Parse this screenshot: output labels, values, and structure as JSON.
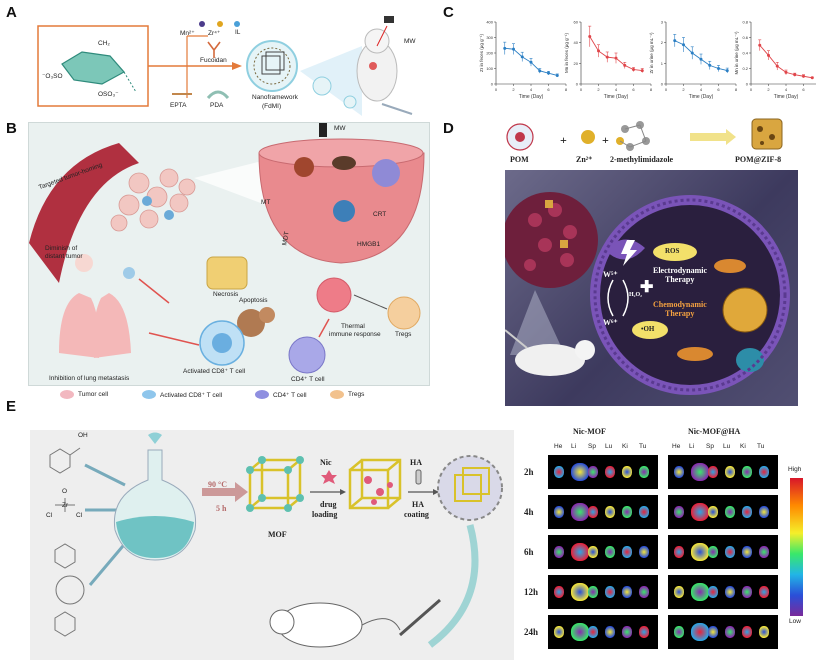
{
  "panels": {
    "A": {
      "letter": "A",
      "ions": [
        "Mn²⁺",
        "Zr⁴⁺",
        "IL"
      ],
      "fucoidan": "Fucoidan",
      "eptа": "EPTA",
      "pda": "PDA",
      "nanoframework": "Nanoframework",
      "fdmi": "(FdMI)",
      "mw": "MW",
      "sugar_groups": {
        "ch2": "CH₂",
        "oso3_left": "⁻O₃SO",
        "oso3_right": "OSO₃⁻"
      }
    },
    "B": {
      "letter": "B",
      "mw": "MW",
      "targeted": "Targeted tumor-homing",
      "mt": "MT",
      "mdt": "MDT",
      "crt": "CRT",
      "hmgb1": "HMGB1",
      "necrosis": "Necrosis",
      "apoptosis": "Apoptosis",
      "thermal": [
        "Thermal",
        "immune response"
      ],
      "diminish": [
        "Diminish of",
        "distant tumor"
      ],
      "activated_cd8": "Activated CD8⁺ T cell",
      "cd4": "CD4⁺ T cell",
      "tregs": "Tregs",
      "inhibition": "Inhibition of lung metastasis",
      "legend": [
        "Tumor cell",
        "Activated CD8⁺ T cell",
        "CD4⁺ T cell",
        "Tregs"
      ],
      "legend_colors": [
        "#f2b8c0",
        "#8fc6ec",
        "#8f8fe0",
        "#f2c28e"
      ]
    },
    "C": {
      "letter": "C",
      "xlabel": "Time (Day)"
    },
    "D": {
      "letter": "D",
      "pom": "POM",
      "plus": "+",
      "zn": "Zn²⁺",
      "mim": "2-methylimidazole",
      "product": "POM@ZIF-8",
      "ros": "ROS",
      "edt": [
        "Electrodynamic",
        "Therapy"
      ],
      "cdt": [
        "Chemodynamic",
        "Therapy"
      ],
      "w5": "W⁵⁺",
      "w6": "W⁶⁺",
      "h2o2": "H₂O₂",
      "oh": "•OH"
    },
    "E": {
      "letter": "E",
      "cond1": "90 °C",
      "cond2": "5 h",
      "mof": "MOF",
      "nic": "Nic",
      "drug": [
        "drug",
        "loading"
      ],
      "ha": "HA",
      "hacoat": [
        "HA",
        "coating"
      ],
      "chem_oh": "OH",
      "chem_o": "O",
      "chem_zr": "Zr",
      "chem_cl": "Cl",
      "groups": [
        "Nic-MOF",
        "Nic-MOF@HA"
      ],
      "organs": [
        "He",
        "Li",
        "Sp",
        "Lu",
        "Ki",
        "Tu"
      ],
      "times": [
        "2h",
        "4h",
        "6h",
        "12h",
        "24h"
      ],
      "colorbar": {
        "high": "High",
        "low": "Low"
      }
    }
  },
  "chart_data": [
    {
      "type": "line",
      "ylabel": "Zr in feces (μg g⁻¹)",
      "xlabel": "Time (Day)",
      "ylim": [
        0,
        400
      ],
      "yticks": [
        0,
        100,
        200,
        300,
        400
      ],
      "xticks": [
        0,
        2,
        4,
        6,
        8
      ],
      "color": "#2b7fc4",
      "x": [
        1,
        2,
        3,
        4,
        5,
        6,
        7
      ],
      "y": [
        230,
        225,
        175,
        140,
        85,
        70,
        55
      ],
      "err": [
        40,
        35,
        30,
        25,
        15,
        12,
        10
      ]
    },
    {
      "type": "line",
      "ylabel": "Mn in feces (μg g⁻¹)",
      "xlabel": "Time (Day)",
      "ylim": [
        0,
        60
      ],
      "yticks": [
        0,
        20,
        40,
        60
      ],
      "xticks": [
        0,
        2,
        4,
        6,
        8
      ],
      "color": "#e0454a",
      "x": [
        1,
        2,
        3,
        4,
        5,
        6,
        7
      ],
      "y": [
        46,
        32,
        26,
        25,
        18,
        14,
        13
      ],
      "err": [
        10,
        6,
        5,
        5,
        3,
        2,
        2
      ]
    },
    {
      "type": "line",
      "ylabel": "Zr in urine (μg mL⁻¹)",
      "xlabel": "Time (Day)",
      "ylim": [
        0,
        3.0
      ],
      "yticks": [
        0,
        1.0,
        2.0,
        3.0
      ],
      "xticks": [
        0,
        2,
        4,
        6,
        8
      ],
      "color": "#2b7fc4",
      "x": [
        1,
        2,
        3,
        4,
        5,
        6,
        7
      ],
      "y": [
        2.1,
        1.9,
        1.5,
        1.2,
        0.9,
        0.75,
        0.65
      ],
      "err": [
        0.3,
        0.35,
        0.3,
        0.25,
        0.2,
        0.15,
        0.12
      ]
    },
    {
      "type": "line",
      "ylabel": "Mn in urine (μg mL⁻¹)",
      "xlabel": "Time (Day)",
      "ylim": [
        0,
        0.8
      ],
      "yticks": [
        0,
        0.2,
        0.4,
        0.6,
        0.8
      ],
      "xticks": [
        0,
        2,
        4,
        6,
        8
      ],
      "color": "#e0454a",
      "x": [
        1,
        2,
        3,
        4,
        5,
        6,
        7
      ],
      "y": [
        0.5,
        0.37,
        0.23,
        0.15,
        0.12,
        0.1,
        0.08
      ],
      "err": [
        0.07,
        0.06,
        0.05,
        0.03,
        0.02,
        0.02,
        0.01
      ]
    }
  ]
}
